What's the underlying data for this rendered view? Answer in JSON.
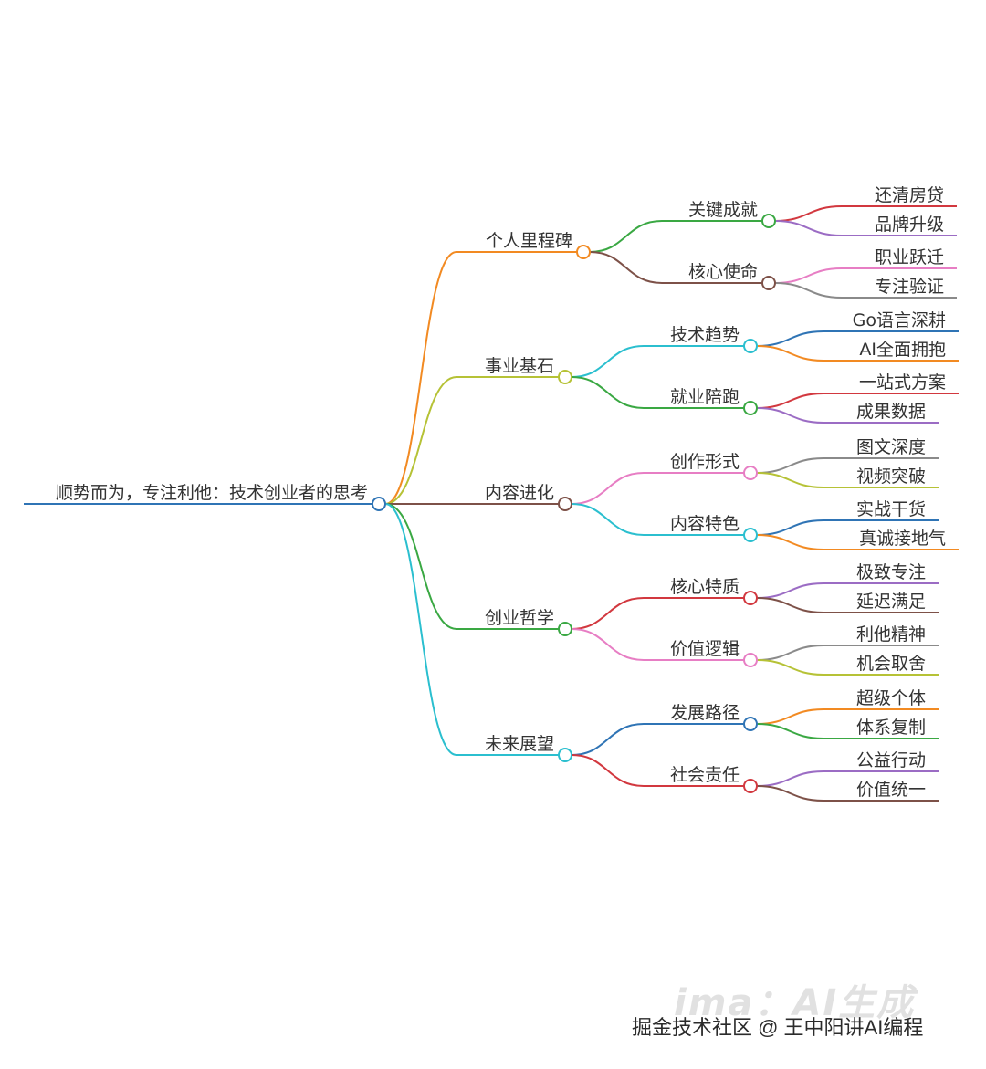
{
  "mindmap": {
    "root": "顺势而为，专注利他：技术创业者的思考",
    "branches": [
      {
        "label": "个人里程碑",
        "color": "#f28a22",
        "children": [
          {
            "label": "关键成就",
            "color": "#3aa843",
            "leaves": [
              {
                "label": "还清房贷",
                "color": "#d2383f"
              },
              {
                "label": "品牌升级",
                "color": "#9b6cc4"
              }
            ]
          },
          {
            "label": "核心使命",
            "color": "#7d5148",
            "leaves": [
              {
                "label": "职业跃迁",
                "color": "#e77ec4"
              },
              {
                "label": "专注验证",
                "color": "#8a8a8a"
              }
            ]
          }
        ]
      },
      {
        "label": "事业基石",
        "color": "#b6c236",
        "children": [
          {
            "label": "技术趋势",
            "color": "#2bbfcf",
            "leaves": [
              {
                "label": "Go语言深耕",
                "color": "#2f74b5"
              },
              {
                "label": "AI全面拥抱",
                "color": "#f28a22"
              }
            ]
          },
          {
            "label": "就业陪跑",
            "color": "#3aa843",
            "leaves": [
              {
                "label": "一站式方案",
                "color": "#d2383f"
              },
              {
                "label": "成果数据",
                "color": "#9b6cc4"
              }
            ]
          }
        ]
      },
      {
        "label": "内容进化",
        "color": "#7d5148",
        "children": [
          {
            "label": "创作形式",
            "color": "#e77ec4",
            "leaves": [
              {
                "label": "图文深度",
                "color": "#8a8a8a"
              },
              {
                "label": "视频突破",
                "color": "#b6c236"
              }
            ]
          },
          {
            "label": "内容特色",
            "color": "#2bbfcf",
            "leaves": [
              {
                "label": "实战干货",
                "color": "#2f74b5"
              },
              {
                "label": "真诚接地气",
                "color": "#f28a22"
              }
            ]
          }
        ]
      },
      {
        "label": "创业哲学",
        "color": "#3aa843",
        "children": [
          {
            "label": "核心特质",
            "color": "#d2383f",
            "leaves": [
              {
                "label": "极致专注",
                "color": "#9b6cc4"
              },
              {
                "label": "延迟满足",
                "color": "#7d5148"
              }
            ]
          },
          {
            "label": "价值逻辑",
            "color": "#e77ec4",
            "leaves": [
              {
                "label": "利他精神",
                "color": "#8a8a8a"
              },
              {
                "label": "机会取舍",
                "color": "#b6c236"
              }
            ]
          }
        ]
      },
      {
        "label": "未来展望",
        "color": "#2bbfcf",
        "children": [
          {
            "label": "发展路径",
            "color": "#2f74b5",
            "leaves": [
              {
                "label": "超级个体",
                "color": "#f28a22"
              },
              {
                "label": "体系复制",
                "color": "#3aa843"
              }
            ]
          },
          {
            "label": "社会责任",
            "color": "#d2383f",
            "leaves": [
              {
                "label": "公益行动",
                "color": "#9b6cc4"
              },
              {
                "label": "价值统一",
                "color": "#7d5148"
              }
            ]
          }
        ]
      }
    ],
    "root_color": "#2f74b5"
  },
  "watermark": {
    "ai_mark": "ima：AI生成",
    "credit": "掘金技术社区 @ 王中阳讲AI编程"
  }
}
